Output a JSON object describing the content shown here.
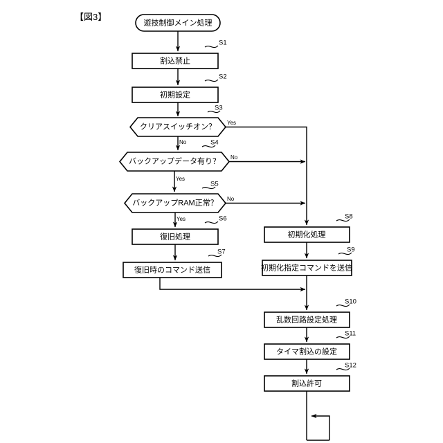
{
  "figure": {
    "label": "【図3】",
    "title": "遊技制御メイン処理"
  },
  "colors": {
    "background": "#ffffff",
    "stroke": "#000000",
    "fill": "#ffffff"
  },
  "start_node": {
    "id": "start",
    "shape": "terminator",
    "text": "遊技制御メイン処理"
  },
  "nodes": [
    {
      "id": "S1",
      "step": "S1",
      "shape": "process",
      "text": "割込禁止"
    },
    {
      "id": "S2",
      "step": "S2",
      "shape": "process",
      "text": "初期設定"
    },
    {
      "id": "S3",
      "step": "S3",
      "shape": "decision",
      "text": "クリアスイッチオン？"
    },
    {
      "id": "S4",
      "step": "S4",
      "shape": "decision",
      "text": "バックアップデータ有り？"
    },
    {
      "id": "S5",
      "step": "S5",
      "shape": "decision",
      "text": "バックアップRAM正常？"
    },
    {
      "id": "S6",
      "step": "S6",
      "shape": "process",
      "text": "復旧処理"
    },
    {
      "id": "S7",
      "step": "S7",
      "shape": "process",
      "text": "復旧時のコマンド送信"
    },
    {
      "id": "S8",
      "step": "S8",
      "shape": "process",
      "text": "初期化処理"
    },
    {
      "id": "S9",
      "step": "S9",
      "shape": "process",
      "text": "初期化指定コマンドを送信"
    },
    {
      "id": "S10",
      "step": "S10",
      "shape": "process",
      "text": "乱数回路設定処理"
    },
    {
      "id": "S11",
      "step": "S11",
      "shape": "process",
      "text": "タイマ割込の設定"
    },
    {
      "id": "S12",
      "step": "S12",
      "shape": "process",
      "text": "割込許可"
    }
  ],
  "branch_labels": {
    "s3_yes": "Yes",
    "s3_no": "No",
    "s4_no": "No",
    "s4_yes": "Yes",
    "s5_no": "No",
    "s5_yes": "Yes"
  },
  "edges": [
    {
      "from": "start",
      "to": "S1",
      "label": ""
    },
    {
      "from": "S1",
      "to": "S2",
      "label": ""
    },
    {
      "from": "S2",
      "to": "S3",
      "label": ""
    },
    {
      "from": "S3",
      "to": "S4",
      "label": "No"
    },
    {
      "from": "S3",
      "to": "S8",
      "label": "Yes"
    },
    {
      "from": "S4",
      "to": "S5",
      "label": "Yes"
    },
    {
      "from": "S4",
      "to": "S8",
      "label": "No"
    },
    {
      "from": "S5",
      "to": "S6",
      "label": "Yes"
    },
    {
      "from": "S5",
      "to": "S8",
      "label": "No"
    },
    {
      "from": "S6",
      "to": "S7",
      "label": ""
    },
    {
      "from": "S7",
      "to": "S10",
      "label": ""
    },
    {
      "from": "S8",
      "to": "S9",
      "label": ""
    },
    {
      "from": "S9",
      "to": "S10",
      "label": ""
    },
    {
      "from": "S10",
      "to": "S11",
      "label": ""
    },
    {
      "from": "S11",
      "to": "S12",
      "label": ""
    },
    {
      "from": "S12",
      "to": "loop",
      "label": ""
    }
  ],
  "loop_back": {
    "id": "loop",
    "description": "loop-back-arrow"
  }
}
